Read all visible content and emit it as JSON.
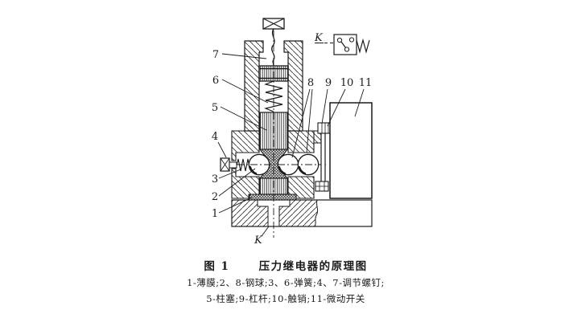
{
  "caption": {
    "figure_no": "图 1",
    "title": "压力继电器的原理图",
    "legend_line1": "1-薄膜;2、8-钢球;3、6-弹簧;4、7-调节螺钉;",
    "legend_line2": "5-柱塞;9-杠杆;10-触销;11-微动开关"
  },
  "part_labels": {
    "p1": "1",
    "p2": "2",
    "p3": "3",
    "p4": "4",
    "p5": "5",
    "p6": "6",
    "p7": "7",
    "p8": "8",
    "p9": "9",
    "p10": "10",
    "p11": "11"
  },
  "port_label": "K",
  "switch_label": "K",
  "colors": {
    "ink": "#1b1b1b",
    "background": "#ffffff"
  }
}
